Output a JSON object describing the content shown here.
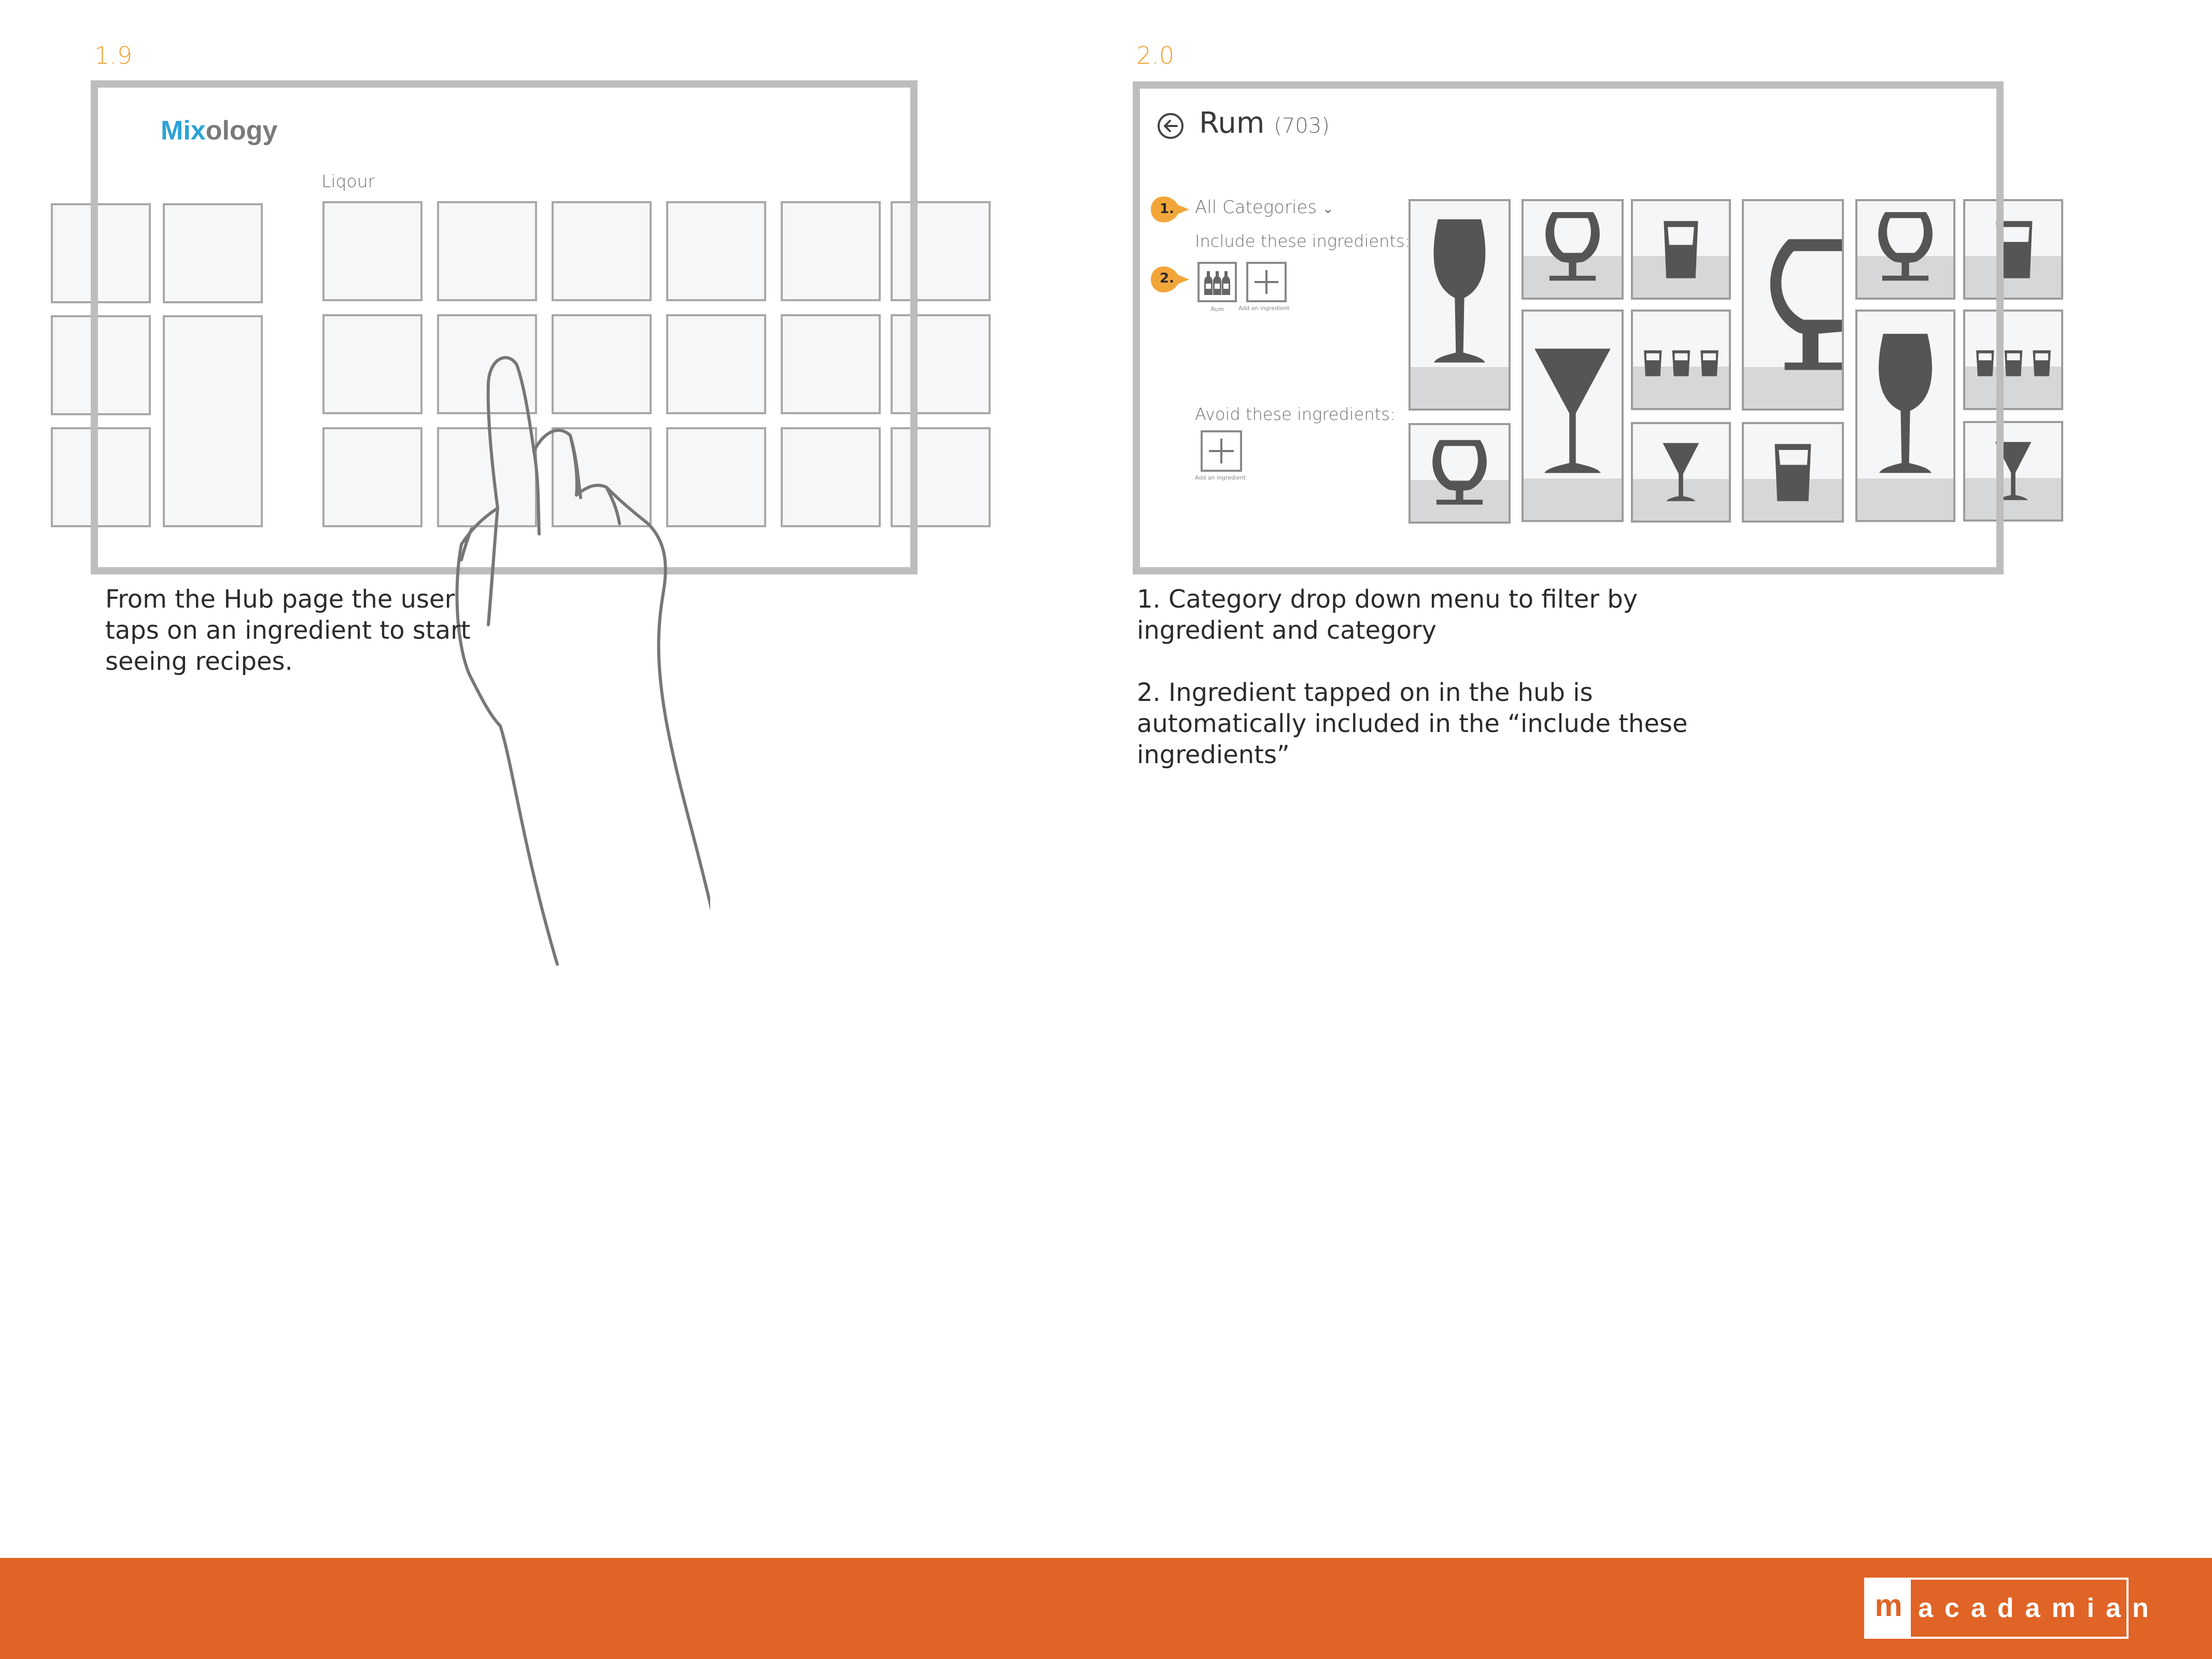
{
  "left_panel": {
    "step": "1.9",
    "logo_mix": "Mix",
    "logo_ology": "ology",
    "section_label": "Liqour",
    "caption_lines": [
      "From the Hub page the user",
      "taps on an ingredient to start",
      "seeing recipes."
    ]
  },
  "right_panel": {
    "step": "2.0",
    "title": "Rum",
    "count": "(703)",
    "category_select": "All Categories",
    "include_label": "Include these ingredients:",
    "avoid_label": "Avoid these ingredients:",
    "rum_chip_label": "Rum",
    "add_ingredient_label": "Add an ingredient",
    "avoid_add_label": "Add an ingredient",
    "badge_1": "1.",
    "badge_2": "2.",
    "caption_1_lines": [
      "1. Category drop down menu to filter by",
      "ingredient and category"
    ],
    "caption_2_lines": [
      "2. Ingredient tapped on in the hub is",
      "automatically included in the “include these",
      "ingredients”"
    ]
  },
  "footer": {
    "brand_initial": "m",
    "brand_rest": "acadamian"
  },
  "colors": {
    "accent_orange": "#e06426",
    "step_orange": "#f0a030",
    "logo_blue": "#2aa3d6",
    "frame_gray": "#bdbdbd"
  }
}
